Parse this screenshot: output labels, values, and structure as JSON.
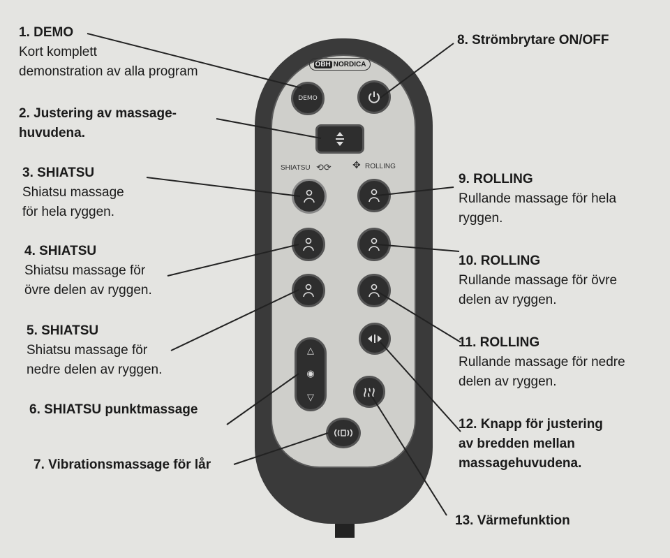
{
  "brand": {
    "left": "OBH",
    "right": "NORDICA"
  },
  "remote": {
    "demo_label": "DEMO",
    "shiatsu_label": "SHIATSU",
    "rolling_label": "ROLLING"
  },
  "labels": [
    {
      "title": "1. DEMO",
      "lines": [
        "Kort komplett",
        "demonstration av alla program"
      ]
    },
    {
      "title": "2. Justering av massage-",
      "lines": [
        "huvudena."
      ]
    },
    {
      "title": "3. SHIATSU",
      "lines": [
        "Shiatsu massage",
        "för hela ryggen."
      ]
    },
    {
      "title": "4. SHIATSU",
      "lines": [
        "Shiatsu massage för",
        "övre delen av ryggen."
      ]
    },
    {
      "title": "5. SHIATSU",
      "lines": [
        "Shiatsu massage för",
        "nedre delen av ryggen."
      ]
    },
    {
      "title": "6. SHIATSU punktmassage",
      "lines": []
    },
    {
      "title": "7. Vibrationsmassage för lår",
      "lines": []
    },
    {
      "title": "8. Strömbrytare ON/OFF",
      "lines": []
    },
    {
      "title": "9. ROLLING",
      "lines": [
        "Rullande massage för hela",
        "ryggen."
      ]
    },
    {
      "title": "10. ROLLING",
      "lines": [
        "Rullande massage för övre",
        "delen av ryggen."
      ]
    },
    {
      "title": "11. ROLLING",
      "lines": [
        "Rullande massage för nedre",
        "delen av ryggen."
      ]
    },
    {
      "title": "12. Knapp för justering",
      "lines": [
        "av bredden mellan",
        "massagehuvudena."
      ]
    },
    {
      "title": "13. Värmefunktion",
      "lines": []
    }
  ]
}
